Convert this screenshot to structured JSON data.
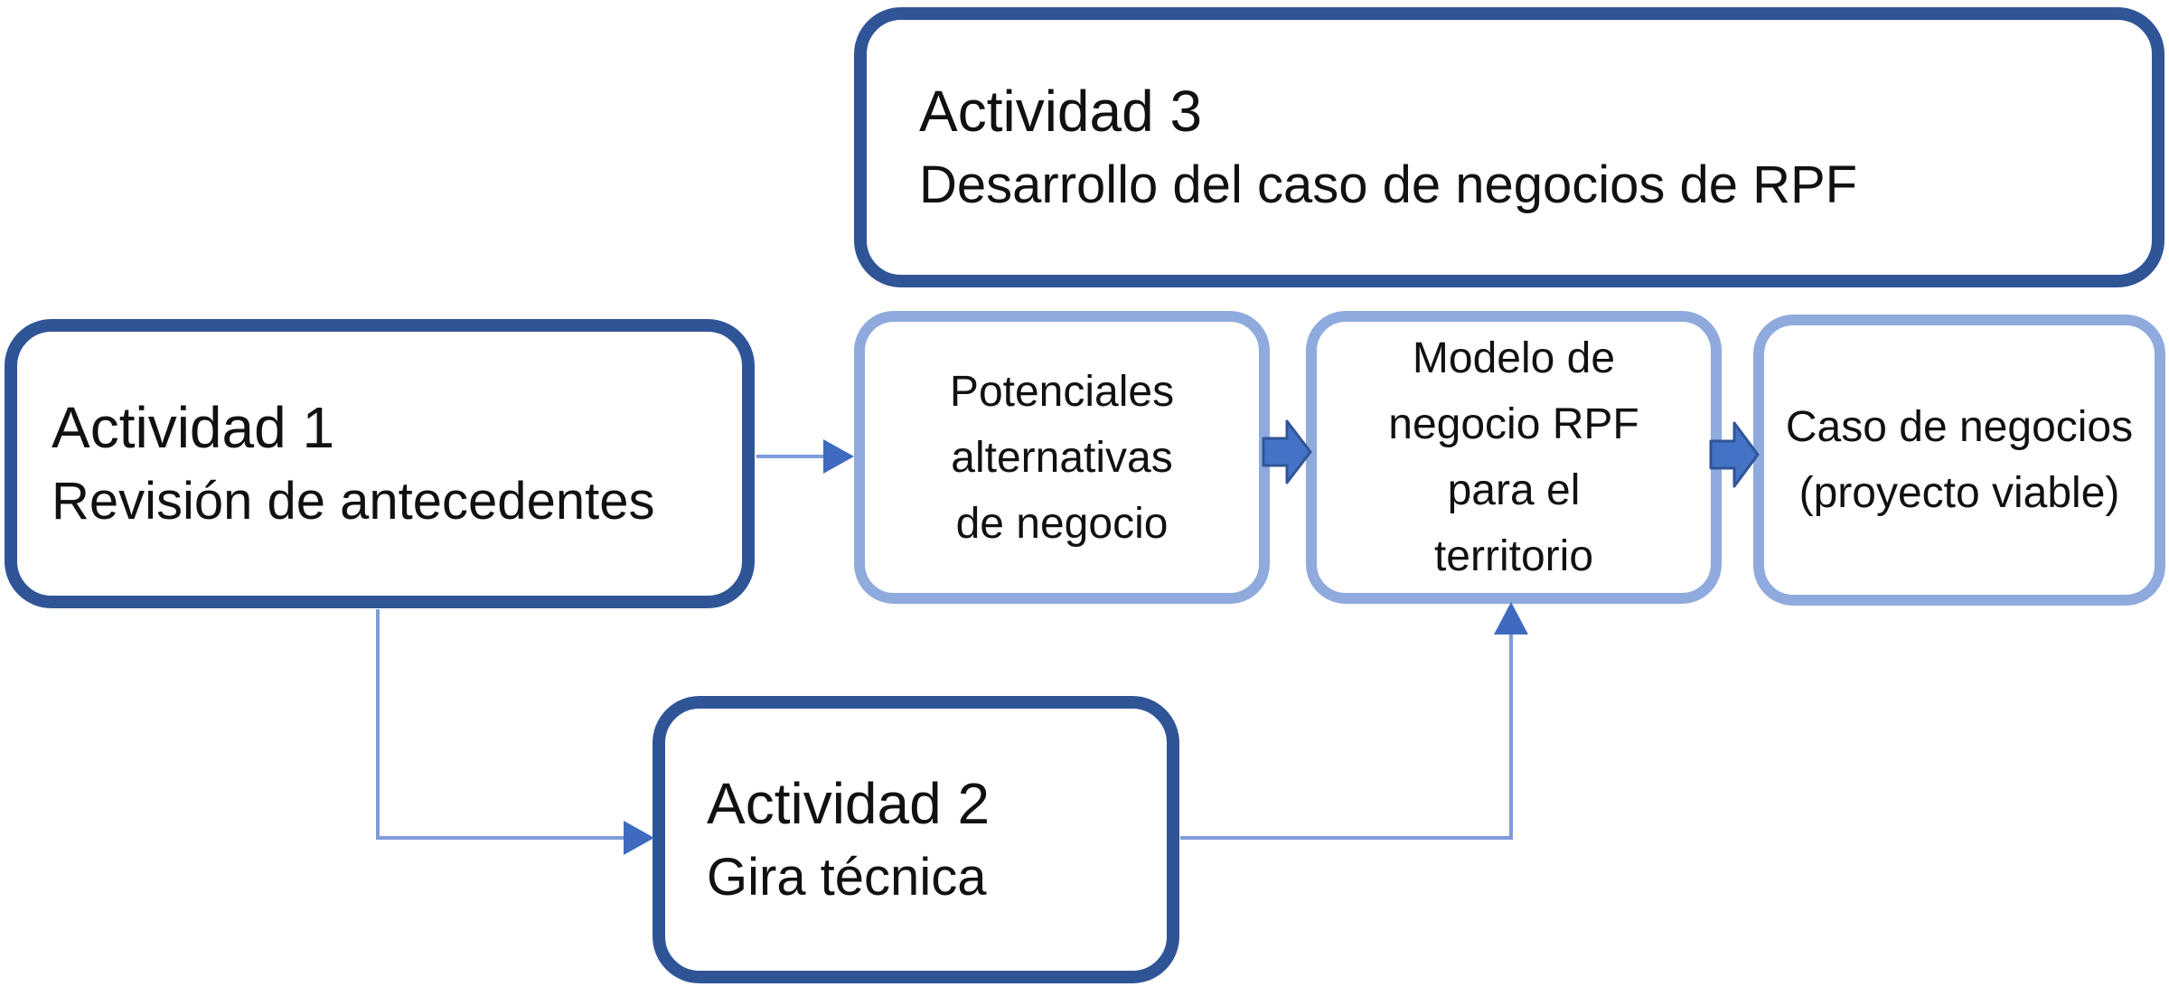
{
  "diagram": {
    "type": "flowchart",
    "colors": {
      "background": "#FFFFFF",
      "dark_border": "#2F5597",
      "light_border": "#8FAADC",
      "arrow_fill": "#4472C4",
      "arrow_outline": "#2F5597",
      "connector_line": "#7E9CD9",
      "connector_head": "#3F6AC0",
      "text": "#111111"
    },
    "nodes": {
      "actividad3": {
        "title": "Actividad 3",
        "subtitle": "Desarrollo del caso de negocios de RPF"
      },
      "actividad1": {
        "title": "Actividad 1",
        "subtitle": "Revisión de antecedentes"
      },
      "actividad2": {
        "title": "Actividad 2",
        "subtitle": "Gira técnica"
      },
      "potenciales": {
        "text": "Potenciales\nalternativas\nde negocio"
      },
      "modelo": {
        "text": "Modelo de\nnegocio RPF\npara el\nterritorio"
      },
      "caso": {
        "text": "Caso de negocios\n(proyecto viable)"
      }
    }
  }
}
